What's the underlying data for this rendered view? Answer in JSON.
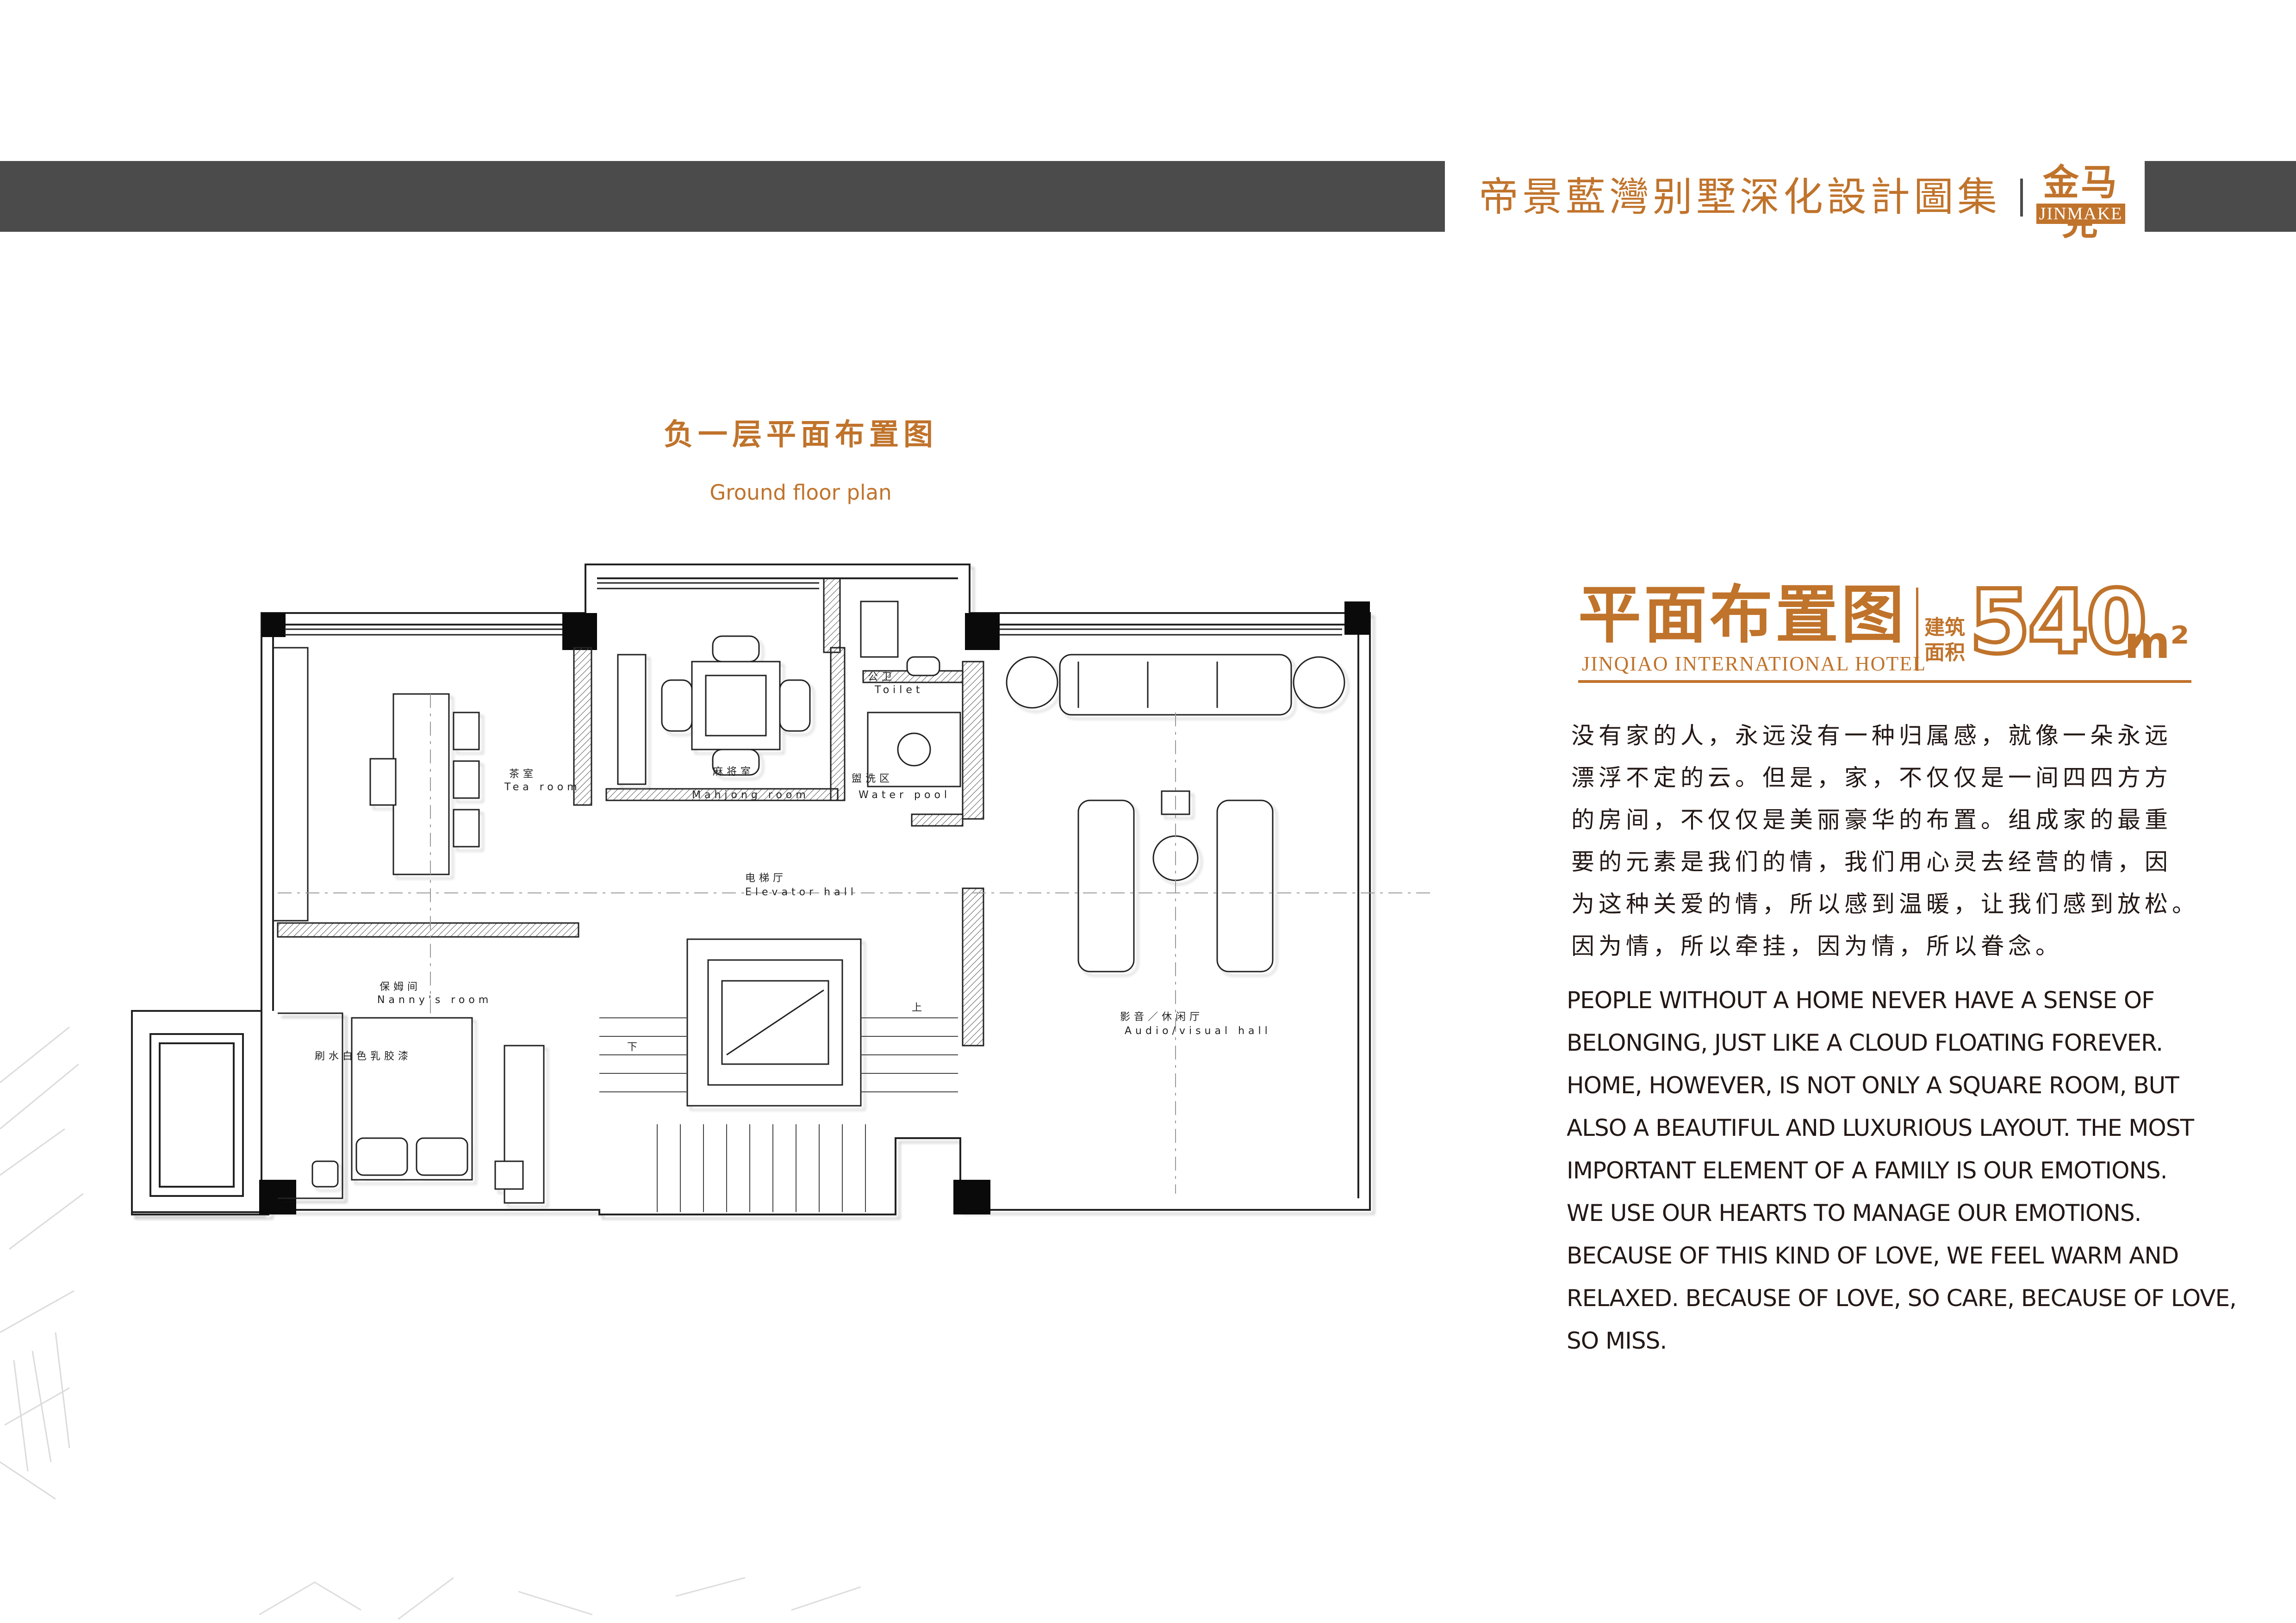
{
  "header": {
    "title": "帝景藍灣别墅深化設計圖集",
    "brand_cn": "金马克",
    "brand_en": "JINMAKE"
  },
  "plan": {
    "title_cn": "负一层平面布置图",
    "title_en": "Ground floor plan"
  },
  "info": {
    "heading_cn": "平面布置图",
    "area_label_line1": "建筑",
    "area_label_line2": "面积",
    "area_value": "540",
    "area_unit": "m²",
    "heading_en": "JINQIAO INTERNATIONAL HOTEL",
    "body_cn_lines": [
      "没有家的人，永远没有一种归属感，就像一朵永远",
      "漂浮不定的云。但是，家，不仅仅是一间四四方方",
      "的房间，不仅仅是美丽豪华的布置。组成家的最重",
      "要的元素是我们的情，我们用心灵去经营的情，因",
      "为这种关爱的情，所以感到温暖，让我们感到放松。",
      "因为情，所以牵挂，因为情，所以眷念。"
    ],
    "body_en_lines": [
      "PEOPLE WITHOUT A HOME NEVER HAVE A SENSE OF",
      "BELONGING, JUST LIKE A CLOUD FLOATING FOREVER.",
      "HOME, HOWEVER, IS NOT ONLY A SQUARE ROOM, BUT",
      "ALSO A BEAUTIFUL AND LUXURIOUS LAYOUT. THE MOST",
      "IMPORTANT ELEMENT OF A FAMILY IS OUR EMOTIONS.",
      "WE USE OUR HEARTS TO MANAGE OUR EMOTIONS.",
      "BECAUSE OF THIS KIND OF LOVE, WE FEEL WARM AND",
      "RELAXED. BECAUSE OF LOVE, SO CARE, BECAUSE OF LOVE,",
      "SO MISS."
    ]
  },
  "rooms": {
    "tea_cn": "茶室",
    "tea_en": "Tea room",
    "mahjong_cn": "麻将室",
    "mahjong_en": "Mahjong room",
    "toilet_cn": "公卫",
    "toilet_en": "Toilet",
    "wash_cn": "盥洗区",
    "wash_en": "Water pool",
    "elevator_cn": "电梯厅",
    "elevator_en": "Elevator hall",
    "nanny_cn": "保姆间",
    "nanny_en": "Nanny's room",
    "paint_note": "刷水白色乳胶漆",
    "av_cn": "影音／休闲厅",
    "av_en": "Audio/visual hall",
    "up": "上",
    "down": "下"
  },
  "colors": {
    "accent": "#c0732b",
    "band": "#4b4b4b",
    "text": "#231815"
  }
}
